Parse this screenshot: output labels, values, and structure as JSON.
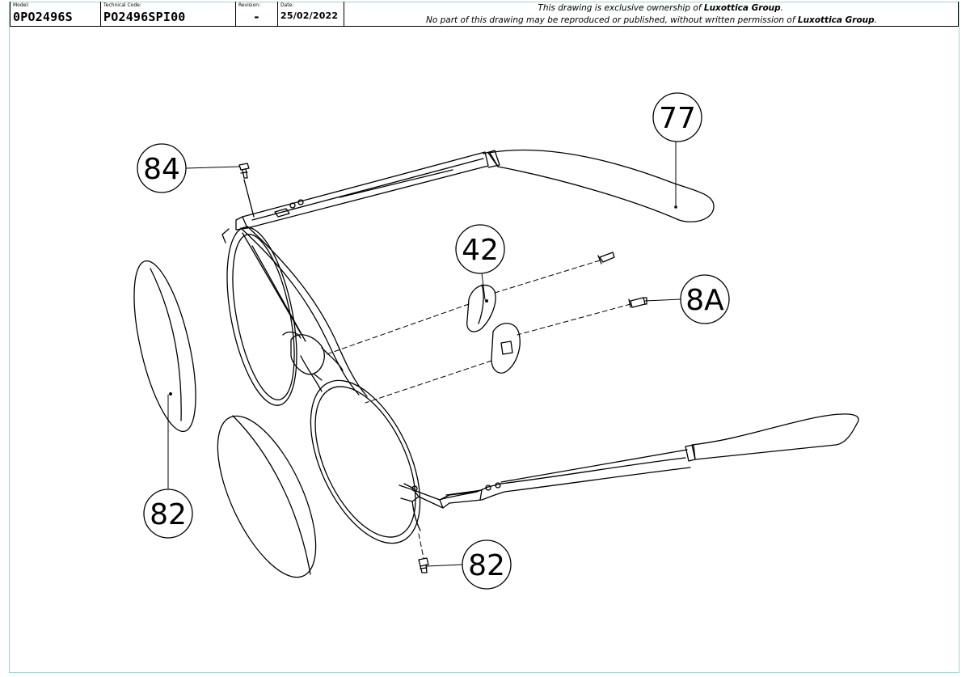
{
  "title_block": {
    "model_label": "Model:",
    "model_value": "0PO2496S",
    "tech_label": "Technical Code:",
    "tech_value": "PO2496SPI00",
    "revision_label": "Revision:",
    "revision_value": "-",
    "date_label": "Date:",
    "date_value": "25/02/2022",
    "notice_line1_pre": "This drawing is exclusive ownership of ",
    "notice_line1_brand": "Luxottica Group",
    "notice_line1_post": ".",
    "notice_line2_pre": "No part of this drawing may be reproduced or published, without written permission of ",
    "notice_line2_brand": "Luxottica Group",
    "notice_line2_post": "."
  },
  "callouts": {
    "temple_tip": "77",
    "hinge_screw": "84",
    "nose_pad": "42",
    "pad_screw": "8A",
    "lens": "82",
    "bottom_screw": "82"
  },
  "colors": {
    "line": "#000000",
    "frame_border": "#9fd6d2"
  }
}
